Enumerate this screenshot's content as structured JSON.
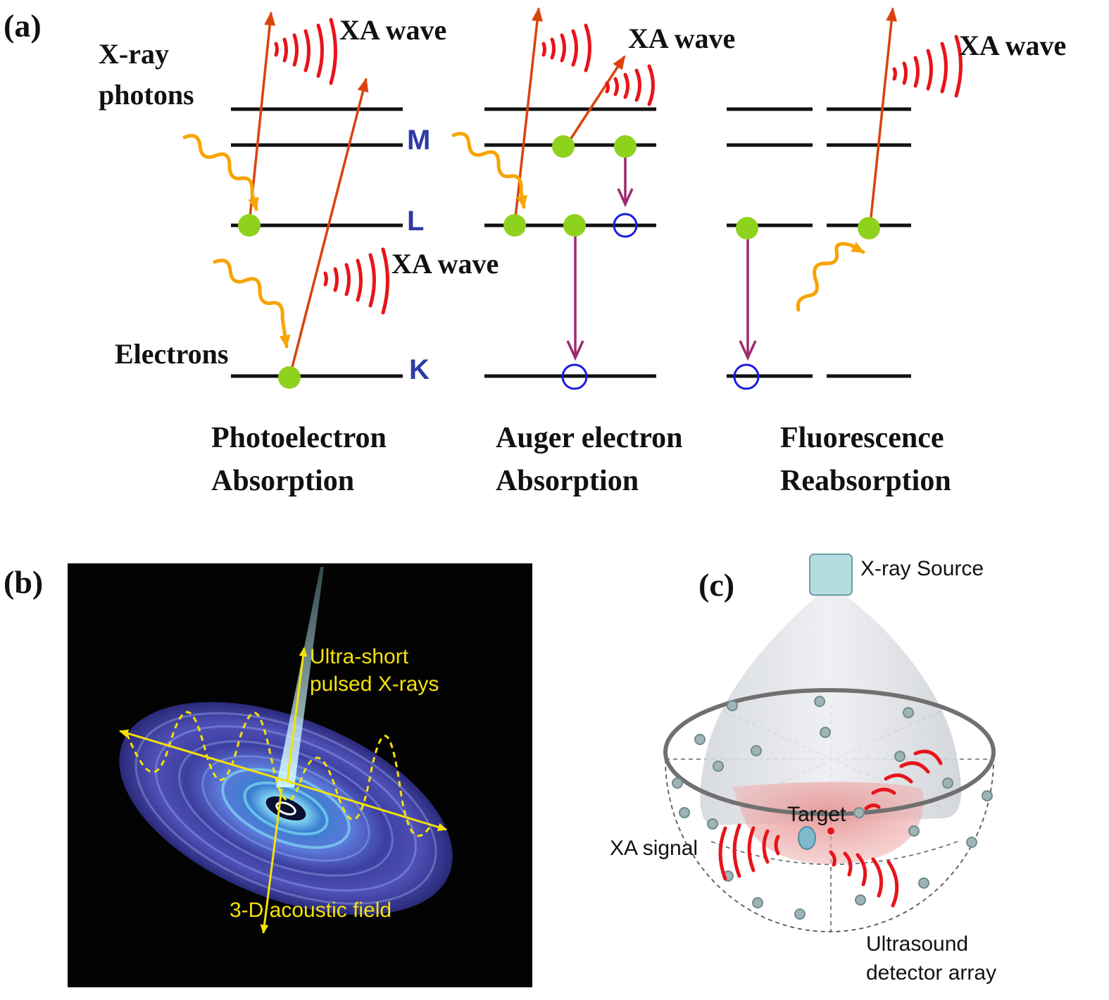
{
  "panel_a": {
    "label": "(a)",
    "xray_photons": [
      "X-ray",
      "photons"
    ],
    "electrons": "Electrons",
    "shells": {
      "m": "M",
      "l": "L",
      "k": "K"
    },
    "xa_wave": "XA wave",
    "processes": {
      "photoelectron": [
        "Photoelectron",
        "Absorption"
      ],
      "auger": [
        "Auger electron",
        "Absorption"
      ],
      "fluorescence": [
        "Fluorescence",
        "Reabsorption"
      ]
    }
  },
  "panel_b": {
    "label": "(b)",
    "pulsed": [
      "Ultra-short",
      "pulsed X-rays"
    ],
    "field": "3-D acoustic field"
  },
  "panel_c": {
    "label": "(c)",
    "source": "X-ray Source",
    "target": "Target",
    "signal": "XA signal",
    "detector": [
      "Ultrasound",
      "detector array"
    ]
  },
  "colors": {
    "electron": "#8fd21e",
    "hole": "#1a1ae0",
    "emission_arrow": "#d9430c",
    "transition_arrow": "#9e2a6e",
    "photon": "#f7a400",
    "wave": "#e8141b",
    "shell_label": "#2f3aa6",
    "annotation_yellow": "#f4e10a"
  }
}
